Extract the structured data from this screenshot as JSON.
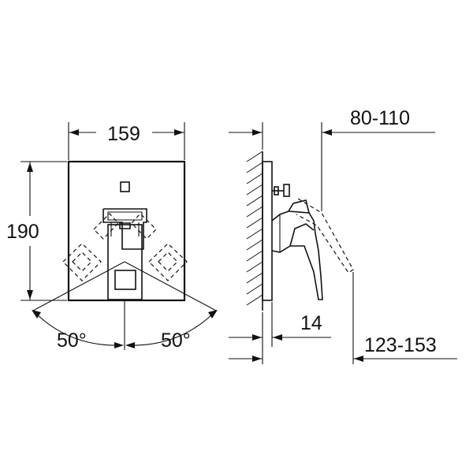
{
  "dimensions": {
    "width": "159",
    "height": "190",
    "angle_left": "50°",
    "angle_right": "50°",
    "plate_depth": "14",
    "handle_projection": "80-110",
    "total_depth": "123-153"
  },
  "colors": {
    "line": "#111111",
    "background": "#ffffff"
  }
}
